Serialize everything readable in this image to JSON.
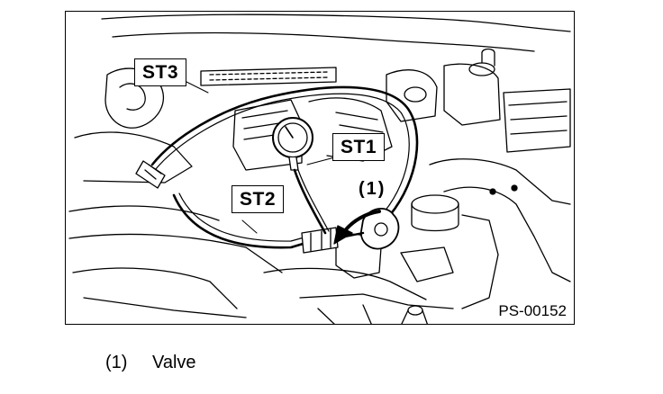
{
  "labels": {
    "st3": "ST3",
    "st1": "ST1",
    "st2": "ST2",
    "callout": "(1)",
    "figure_id": "PS-00152"
  },
  "legend": {
    "items": [
      {
        "number": "(1)",
        "text": "Valve"
      }
    ]
  }
}
